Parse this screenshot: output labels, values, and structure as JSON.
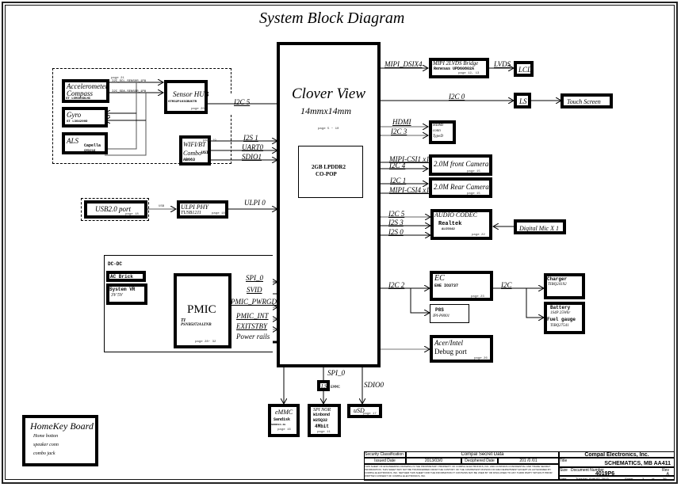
{
  "title": "System Block Diagram",
  "cpu": {
    "name": "Clover View",
    "package": "14mmx14mm",
    "page": "page 5 ~ 10",
    "memory_line1": "2GB LPDDR2",
    "memory_line2": "CO-POP"
  },
  "sensors": {
    "accel_line1": "Accelerometer",
    "accel_line2": "Compass",
    "accel_part": "ST LSM303DLHC",
    "gyro": "Gyro",
    "gyro_part": "ST L3G4200D",
    "als": "ALS",
    "als_vendor": "Capella",
    "als_part": "CM3218",
    "page": "page 21",
    "scl": "I2C_SCL-SENSOR_1P8",
    "sda": "I2C_SDA-SENSOR_1P8",
    "hub": "Sensor HUB",
    "hub_part": "STM32F103CBU6TR",
    "hub_page": "page 20",
    "hub_bus": "I2C 5"
  },
  "wifi": {
    "line1": "WIFI/BT",
    "line2": "Combo",
    "vendor": "USI",
    "part": "AB663",
    "page": "page 19",
    "sig1": "I2S 1",
    "sig2": "UART0",
    "sig3": "SDIO1"
  },
  "usb": {
    "port": "USB2.0 port",
    "port_page": "page 18",
    "link": "USB",
    "phy": "ULPI PHY",
    "phy_part": "TUSB1211",
    "phy_page": "page 18",
    "bus": "ULPI 0"
  },
  "power": {
    "group": "DC-DC",
    "ac": "AC Brick",
    "vr_line1": "System VR",
    "vr_line2": "3V 5V",
    "pmic": "PMIC",
    "pmic_vendor": "TI",
    "pmic_part": "PSNB5072A1ZNB",
    "pmic_page": "page 28~ 32",
    "signals": [
      "SPI_0",
      "SVID",
      "PMIC_PWRGD",
      "PMIC_INT",
      "EXITSTBY",
      "Power rails"
    ]
  },
  "display": {
    "dsi": "MIPI_DSIX4",
    "bridge": "MIPI 2LVDS Bridge",
    "bridge_part": "Renesas UPD60802A",
    "bridge_page": "page 12, 13",
    "lvds": "LVDS",
    "lcd": "LCD",
    "i2c": "I2C 0",
    "ls": "LS",
    "touch": "Touch Screen"
  },
  "hdmi": {
    "sig1": "HDMI",
    "sig2": "I2C 3",
    "conn_line1": "HDMI",
    "conn_line2": "conn",
    "conn_line3": "TypeD"
  },
  "cameras": {
    "front_sig1": "MIPI-CSI1 x1",
    "front_sig2": "I2C 4",
    "front": "2.0M front Camera",
    "front_page": "page 15",
    "rear_sig1": "I2C 1",
    "rear_sig2": "MIPI-CSI4 x1",
    "rear": "2.0M Rear Camera",
    "rear_page": "page 15"
  },
  "audio": {
    "sig1": "I2C 5",
    "sig2": "I2S 3",
    "sig3": "I2S 0",
    "name": "AUDIO CODEC",
    "vendor": "Realtek",
    "part": "ALC5642",
    "page": "page 22",
    "mic": "Digital Mic X 1"
  },
  "ec": {
    "bus": "I2C 2",
    "name": "EC",
    "part": "ENE IO3737",
    "page": "page 23",
    "p8s": "P8S",
    "p8s_part": "IPI-P8001",
    "bus2": "I2C",
    "charger": "Charger",
    "charger_part": "TIBQ24192",
    "battery": "Battery",
    "battery_spec": "1S4P 25Whr",
    "gauge": "Fuel gauge",
    "gauge_part": "TIBQ27541"
  },
  "debug": {
    "line1": "Acer/Intel",
    "line2": "Debug port",
    "page": "page 26"
  },
  "storage": {
    "emmc": "eMMC",
    "emmc_vendor": "Sandisk",
    "emmc_part": "SDIN5C4-4G",
    "emmc_page": "page 16",
    "spi": "SPI_0",
    "ls": "LS",
    "ls_sub": "EMMC",
    "nor": "SPI NOR",
    "nor_vendor": "Winbond",
    "nor_part": "W25Q32",
    "nor_size": "4Mbit",
    "nor_page": "page 11",
    "sdio": "SDIO0",
    "usd": "uSD",
    "usd_page": "page 17"
  },
  "homekey": {
    "title": "HomeKey Board",
    "items": [
      "Home botton",
      "speaker conn",
      "combo jack"
    ]
  },
  "titleblock": {
    "security_label": "Security Classification",
    "security_value": "Compal Secret Data",
    "issued_label": "Issued Date",
    "issued_value": "2013/03/0",
    "deciphered_label": "Deciphered Date",
    "deciphered_value": "201 /0 /01",
    "notice": "THIS SHEET OF ENGINEERING DRAWING IS THE PROPRIETARY PROPERTY OF COMPAL ELECTRONICS, INC. AND CONTAINS CONFIDENTIAL AND TRADE SECRET INFORMATION. THIS SHEET MAY NOT BE TRANSFERRED FROM THE CUSTODY OF THE COMPETENT DIVISION OF R&D DEPARTMENT EXCEPT AS AUTHORIZED BY COMPAL ELECTRONICS, INC. NEITHER THIS SHEET NOR THE INFORMATION IT CONTAINS MAY BE USED BY OR DISCLOSED TO ANY THIRD PARTY WITHOUT PRIOR WRITTEN CONSENT OF COMPAL ELECTRONICS, INC.",
    "company": "Compal Electronics, Inc.",
    "title_label": "Title",
    "title_value": "SCHEMATICS, MB AA411",
    "size_label": "Size",
    "doc_label": "Document Number",
    "doc_value": "4019P6",
    "rev_label": "Rev",
    "rev_value": "A",
    "date_label": "Date",
    "date_value": "Tuesday, April 02, 2013",
    "sheet_label": "Sheet",
    "sheet_value": "3",
    "of_label": "of",
    "of_value": "39"
  }
}
